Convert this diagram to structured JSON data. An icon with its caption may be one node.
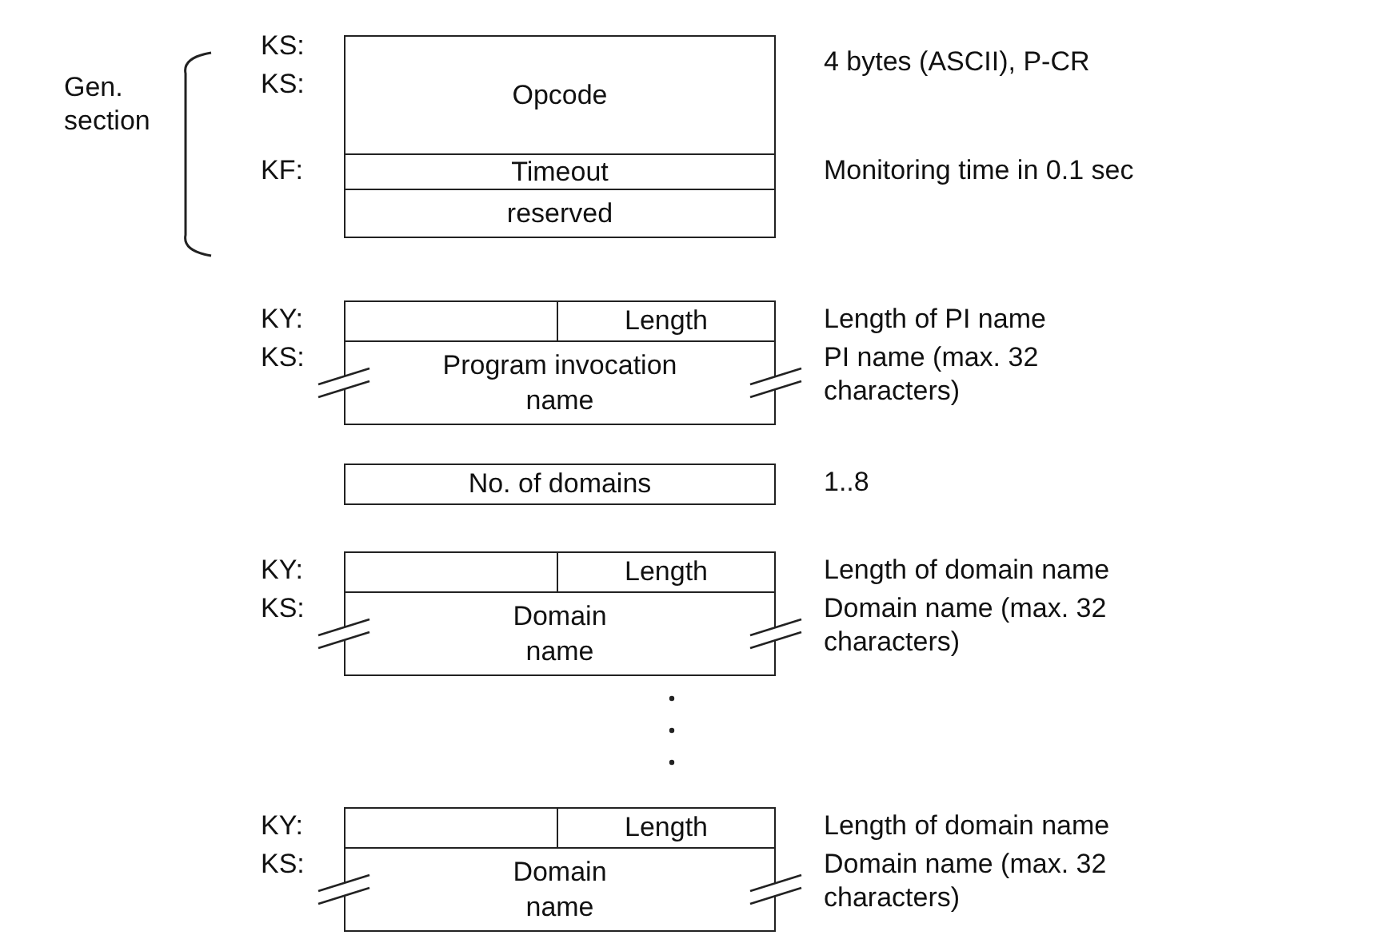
{
  "diagram": {
    "nodes": [
      {
        "text": [
          "Opcode"
        ]
      },
      {
        "text": [
          "Timeout"
        ]
      },
      {
        "text": [
          "reserved"
        ]
      },
      {
        "text": [],
        "shape": "box"
      },
      {
        "text": [
          "Length"
        ]
      },
      {
        "text": [
          "Program invocation name"
        ]
      },
      {
        "text": [
          "No. of domains"
        ]
      },
      {
        "text": [],
        "shape": "box"
      },
      {
        "text": [
          "Length"
        ]
      },
      {
        "text": [
          "Domain name"
        ]
      },
      {
        "text": [],
        "shape": "box"
      },
      {
        "text": [
          "Length"
        ]
      },
      {
        "text": [
          "Domain name"
        ]
      }
    ],
    "labels": [
      "KS:",
      "Gen. section",
      "KS:",
      "KF:",
      "4 bytes (ASCII), P-CR",
      "Monitoring time in 0.1 sec",
      "KY:",
      "KS:",
      "Length of PI name",
      "PI name (max. 32 characters)",
      "1..8",
      "KY:",
      "KS:",
      "Length of domain name",
      "Domain name (max. 32 characters)",
      "KY:",
      "KS:",
      "Length of domain name",
      "Domain name (max. 32 characters)"
    ]
  }
}
